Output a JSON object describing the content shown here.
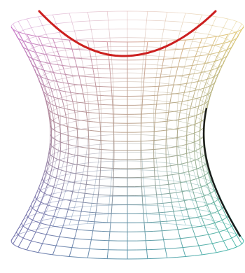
{
  "figure": {
    "surface": "hyperboloid-of-one-sheet",
    "rendering": "wireframe",
    "grid": true,
    "background_color": "#ffffff",
    "highlight_curve": {
      "shape": "parabola",
      "color": "#cc1f1f"
    },
    "color_gradient": {
      "top_left": "#c878c8",
      "top_right": "#e0c870",
      "middle": "#d8a060",
      "bottom_left": "#6a6aa8",
      "bottom_right": "#40b8a8",
      "right_edge_shade": "#1a1a1a"
    },
    "mesh": {
      "meridians": 18,
      "parallels": 24
    }
  }
}
